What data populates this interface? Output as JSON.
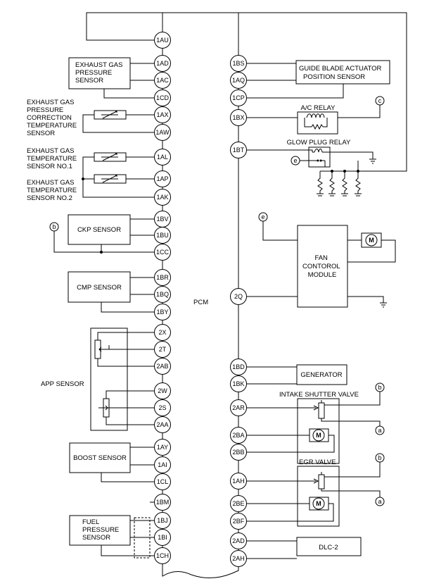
{
  "pcm_label": "PCM",
  "left_pins": {
    "1AU": "1AU",
    "1AD": "1AD",
    "1AC": "1AC",
    "1CD": "1CD",
    "1AX": "1AX",
    "1AW": "1AW",
    "1AL": "1AL",
    "1AP": "1AP",
    "1AK": "1AK",
    "1BV": "1BV",
    "1BU": "1BU",
    "1CC": "1CC",
    "1BR": "1BR",
    "1BQ": "1BQ",
    "1BY": "1BY",
    "2X": "2X",
    "2T": "2T",
    "2AB": "2AB",
    "2W": "2W",
    "2S": "2S",
    "2AA": "2AA",
    "1AY": "1AY",
    "1AI": "1AI",
    "1CL": "1CL",
    "1BM": "1BM",
    "1BJ": "1BJ",
    "1BI": "1BI",
    "1CH": "1CH"
  },
  "right_pins": {
    "1BS": "1BS",
    "1AQ": "1AQ",
    "1CP": "1CP",
    "1BX": "1BX",
    "1BT": "1BT",
    "2Q": "2Q",
    "1BD": "1BD",
    "1BK": "1BK",
    "2AR": "2AR",
    "2BA": "2BA",
    "2BB": "2BB",
    "1AH": "1AH",
    "2BE": "2BE",
    "2BF": "2BF",
    "2AD": "2AD",
    "2AH": "2AH"
  },
  "components": {
    "exhaust_gas_pressure": [
      "EXHAUST GAS",
      "PRESSURE",
      "SENSOR"
    ],
    "exhaust_gas_pressure_correction_temp": [
      "EXHAUST GAS",
      "PRESSURE",
      "CORRECTION",
      "TEMPERATURE",
      "SENSOR"
    ],
    "exhaust_gas_temp_no1": [
      "EXHAUST GAS",
      "TEMPERATURE",
      "SENSOR NO.1"
    ],
    "exhaust_gas_temp_no2": [
      "EXHAUST GAS",
      "TEMPERATURE",
      "SENSOR NO.2"
    ],
    "ckp_sensor": "CKP SENSOR",
    "cmp_sensor": "CMP SENSOR",
    "app_sensor": "APP SENSOR",
    "boost_sensor": "BOOST SENSOR",
    "fuel_pressure_sensor": [
      "FUEL",
      "PRESSURE",
      "SENSOR"
    ],
    "guide_blade": [
      "GUIDE BLADE ACTUATOR",
      "POSITION SENSOR"
    ],
    "ac_relay": "A/C RELAY",
    "glow_plug_relay": "GLOW PLUG RELAY",
    "fan_control_module": [
      "FAN",
      "CONTOROL",
      "MODULE"
    ],
    "generator": "GENERATOR",
    "intake_shutter_valve": "INTAKE SHUTTER VALVE",
    "egr_valve": "EGR VALVE",
    "dlc2": "DLC-2",
    "motor_symbol": "M"
  },
  "connectors": {
    "a": "a",
    "b": "b",
    "c": "c",
    "e": "e"
  }
}
